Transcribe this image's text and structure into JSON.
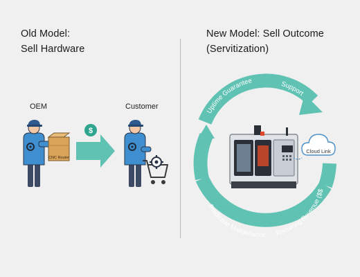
{
  "left": {
    "heading_line1": "Old Model:",
    "heading_line2": "Sell Hardware",
    "oem_label": "OEM",
    "customer_label": "Customer",
    "box_label": "CNC Router",
    "currency_symbol": "$"
  },
  "right": {
    "heading_line1": "New Model: Sell Outcome",
    "heading_line2": "(Servitization)",
    "cycle_labels": {
      "uptime": "Uptime Guarantee",
      "support": "Support",
      "predictive": "Predictive Maintenance",
      "recurring": "Recurring Revenue ($$$)"
    },
    "cloud_label": "Cloud Link"
  },
  "colors": {
    "teal": "#5fc2b2",
    "person_shirt": "#3f8fd0",
    "person_pants": "#3c4a63",
    "cap": "#2f5a8e",
    "box": "#d9a35a",
    "coin": "#2fa58f"
  }
}
